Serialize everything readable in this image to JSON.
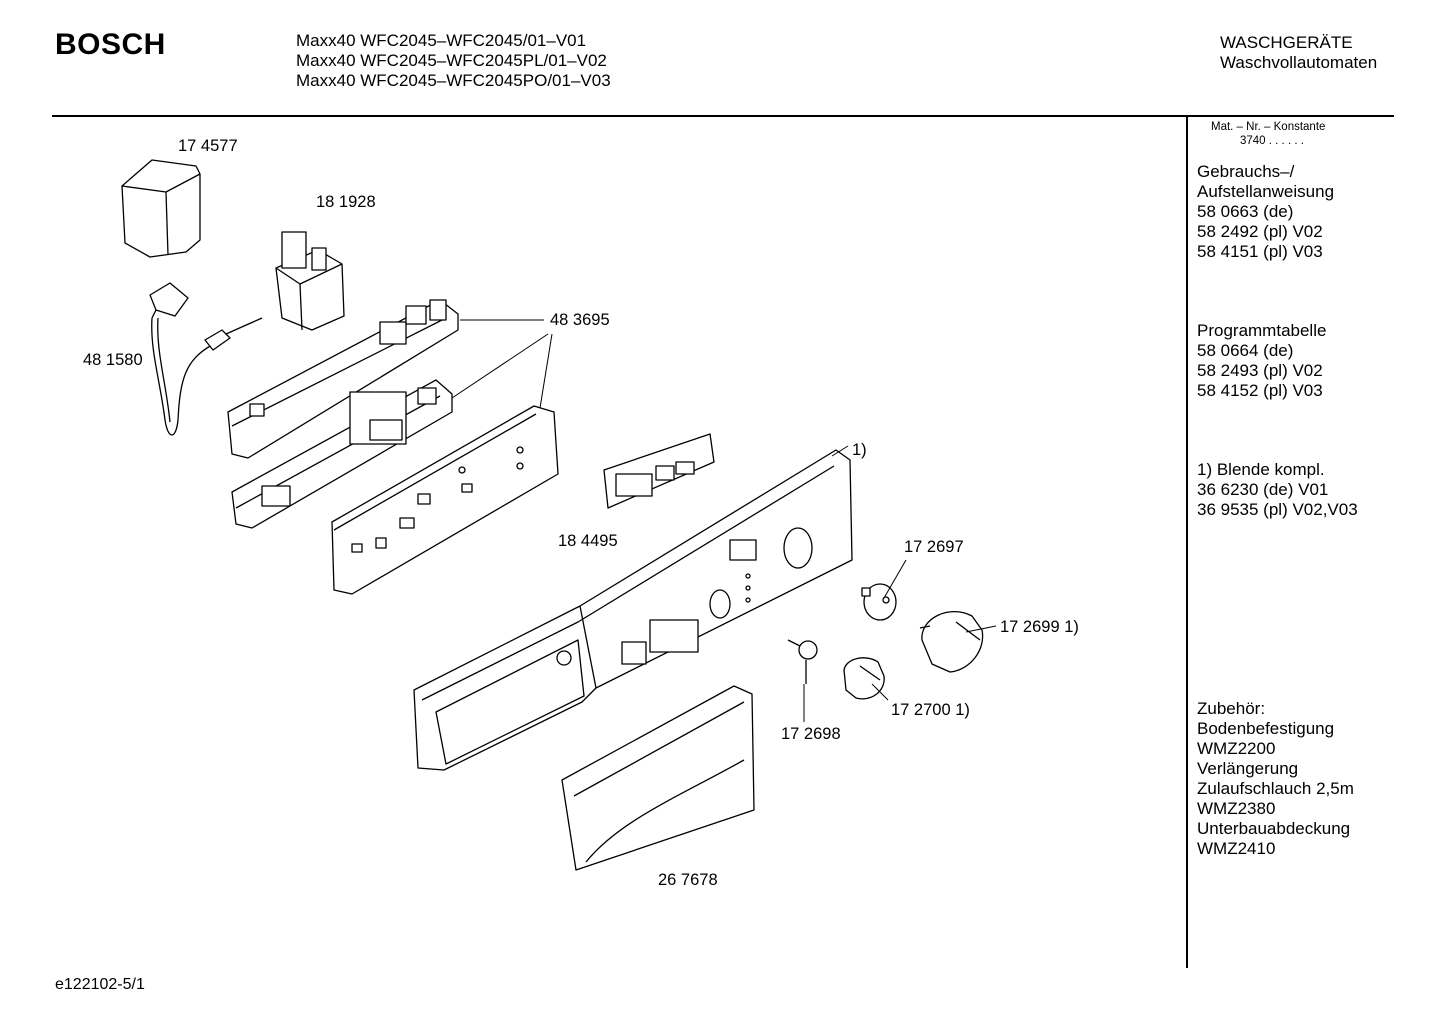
{
  "header": {
    "brand": "BOSCH",
    "models": [
      "Maxx40 WFC2045–WFC2045/01–V01",
      "Maxx40 WFC2045–WFC2045PL/01–V02",
      "Maxx40   WFC2045–WFC2045PO/01–V03"
    ],
    "category": "WASCHGERÄTE",
    "subcategory": "Waschvollautomaten"
  },
  "sidebar": {
    "mat_title": "Mat. – Nr. – Konstante",
    "mat_value": "3740  .  .  .  .  .  .",
    "manual": [
      "Gebrauchs–/",
      "Aufstellanweisung",
      "58 0663 (de)",
      "58 2492 (pl) V02",
      "58 4151 (pl) V03"
    ],
    "program": [
      "Programmtabelle",
      "58 0664 (de)",
      "58 2493 (pl) V02",
      "58 4152 (pl) V03"
    ],
    "panel": [
      "1) Blende kompl.",
      "36 6230 (de) V01",
      "36 9535 (pl) V02,V03"
    ],
    "accessories": [
      "Zubehör:",
      "Bodenbefestigung",
      "WMZ2200",
      "Verlängerung",
      "Zulaufschlauch 2,5m",
      "WMZ2380",
      "Unterbauabdeckung",
      "WMZ2410"
    ]
  },
  "parts": [
    {
      "label": "17 4577",
      "item": "cap"
    },
    {
      "label": "18 1928",
      "item": "suppressor"
    },
    {
      "label": "48 1580",
      "item": "power-cord"
    },
    {
      "label": "48 3695",
      "item": "control-module"
    },
    {
      "label": "18 4495",
      "item": "display-board"
    },
    {
      "label": "1)",
      "item": "control-panel"
    },
    {
      "label": "17 2697",
      "item": "knob-disc"
    },
    {
      "label": "17 2699 1)",
      "item": "program-knob"
    },
    {
      "label": "17 2698",
      "item": "spindle"
    },
    {
      "label": "17 2700 1)",
      "item": "small-knob"
    },
    {
      "label": "26 7678",
      "item": "drawer-handle"
    }
  ],
  "footer": {
    "code": "e122102-5/1"
  }
}
